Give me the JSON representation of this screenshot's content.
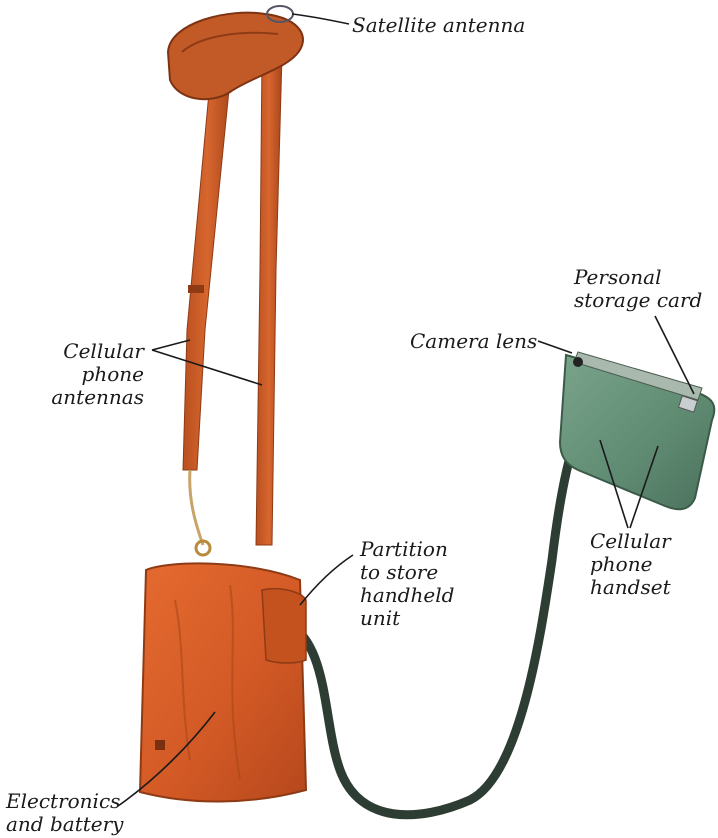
{
  "labels": {
    "satellite_antenna": "Satellite antenna",
    "personal_storage_card": [
      "Personal",
      "storage card"
    ],
    "camera_lens": "Camera lens",
    "cellular_phone_antennas": [
      "Cellular",
      "phone",
      "antennas"
    ],
    "partition": [
      "Partition",
      "to store",
      "handheld",
      "unit"
    ],
    "cellular_phone_handset": [
      "Cellular",
      "phone",
      "handset"
    ],
    "electronics_battery": [
      "Electronics",
      "and battery"
    ]
  },
  "colors": {
    "bag": "#d9622a",
    "strap": "#c8592b",
    "handset": "#5f8a72",
    "cable": "#2e3d33",
    "leader": "#1a1a1a"
  }
}
